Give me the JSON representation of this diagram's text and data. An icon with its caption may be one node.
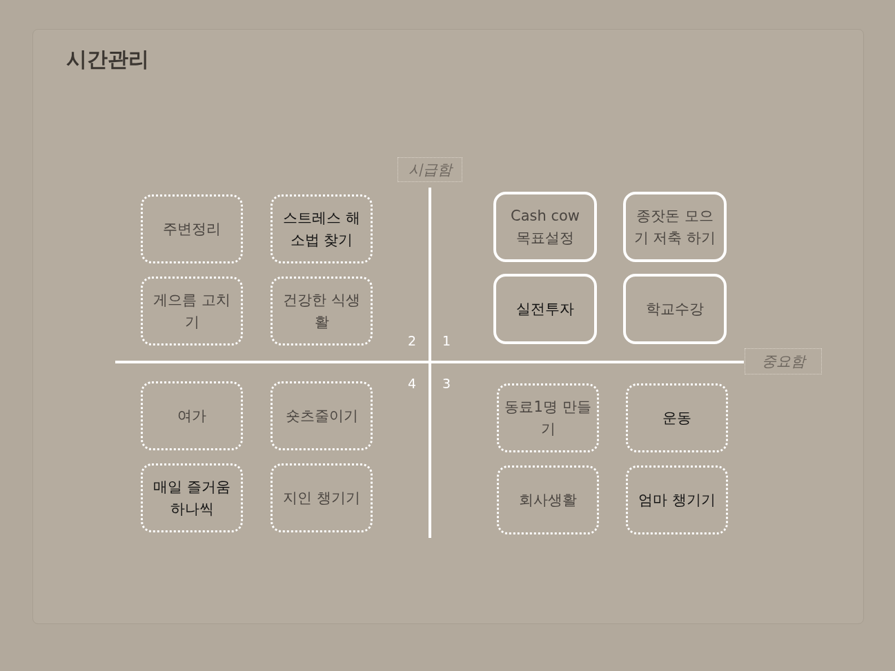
{
  "diagram": {
    "title": "시간관리",
    "nodes": [
      {
        "text": [
          "시급함"
        ]
      },
      {
        "text": [
          "주변정리"
        ]
      },
      {
        "text": [
          "스트레스 해소법 찾기"
        ]
      },
      {
        "text": [
          "Cash cow 목표설정"
        ]
      },
      {
        "text": [
          "종잣돈 모으기 저축 하기"
        ]
      },
      {
        "text": [
          "게으름 고치기"
        ]
      },
      {
        "text": [
          "건강한 식생활"
        ]
      },
      {
        "text": [
          "실전투자"
        ]
      },
      {
        "text": [
          "학교수강"
        ]
      },
      {
        "text": [
          "중요함"
        ]
      },
      {
        "text": [
          "여가"
        ]
      },
      {
        "text": [
          "숏츠줄이기"
        ]
      },
      {
        "text": [
          "동료1명 만들기"
        ]
      },
      {
        "text": [
          "운동"
        ]
      },
      {
        "text": [
          "매일 즐거움 하나씩"
        ]
      },
      {
        "text": [
          "지인 챙기기"
        ]
      },
      {
        "text": [
          "회사생활"
        ]
      },
      {
        "text": [
          "엄마 챙기기"
        ]
      }
    ],
    "labels": [
      "2",
      "1",
      "4",
      "3"
    ]
  }
}
